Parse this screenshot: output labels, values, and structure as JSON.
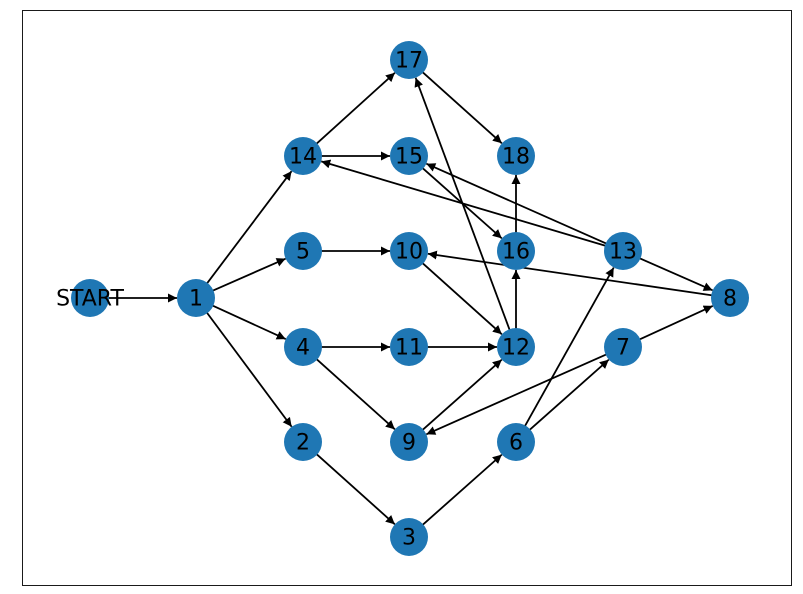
{
  "diagram": {
    "node_color": "#1f77b4",
    "edge_color": "#000000",
    "label_color": "#000000",
    "nodes": [
      {
        "id": "START",
        "label": "START"
      },
      {
        "id": "1",
        "label": "1"
      },
      {
        "id": "2",
        "label": "2"
      },
      {
        "id": "3",
        "label": "3"
      },
      {
        "id": "4",
        "label": "4"
      },
      {
        "id": "5",
        "label": "5"
      },
      {
        "id": "6",
        "label": "6"
      },
      {
        "id": "7",
        "label": "7"
      },
      {
        "id": "8",
        "label": "8"
      },
      {
        "id": "9",
        "label": "9"
      },
      {
        "id": "10",
        "label": "10"
      },
      {
        "id": "11",
        "label": "11"
      },
      {
        "id": "12",
        "label": "12"
      },
      {
        "id": "13",
        "label": "13"
      },
      {
        "id": "14",
        "label": "14"
      },
      {
        "id": "15",
        "label": "15"
      },
      {
        "id": "16",
        "label": "16"
      },
      {
        "id": "17",
        "label": "17"
      },
      {
        "id": "18",
        "label": "18"
      }
    ],
    "edges": [
      {
        "from": "START",
        "to": "1"
      },
      {
        "from": "1",
        "to": "14"
      },
      {
        "from": "1",
        "to": "5"
      },
      {
        "from": "1",
        "to": "4"
      },
      {
        "from": "1",
        "to": "2"
      },
      {
        "from": "14",
        "to": "17"
      },
      {
        "from": "14",
        "to": "15"
      },
      {
        "from": "17",
        "to": "18"
      },
      {
        "from": "15",
        "to": "16"
      },
      {
        "from": "16",
        "to": "18"
      },
      {
        "from": "5",
        "to": "10"
      },
      {
        "from": "10",
        "to": "12"
      },
      {
        "from": "4",
        "to": "11"
      },
      {
        "from": "4",
        "to": "9"
      },
      {
        "from": "11",
        "to": "12"
      },
      {
        "from": "12",
        "to": "17"
      },
      {
        "from": "12",
        "to": "16"
      },
      {
        "from": "9",
        "to": "12"
      },
      {
        "from": "2",
        "to": "3"
      },
      {
        "from": "3",
        "to": "6"
      },
      {
        "from": "6",
        "to": "13"
      },
      {
        "from": "6",
        "to": "7"
      },
      {
        "from": "13",
        "to": "15"
      },
      {
        "from": "13",
        "to": "14"
      },
      {
        "from": "13",
        "to": "8"
      },
      {
        "from": "8",
        "to": "10"
      },
      {
        "from": "7",
        "to": "8"
      },
      {
        "from": "7",
        "to": "9"
      }
    ]
  }
}
